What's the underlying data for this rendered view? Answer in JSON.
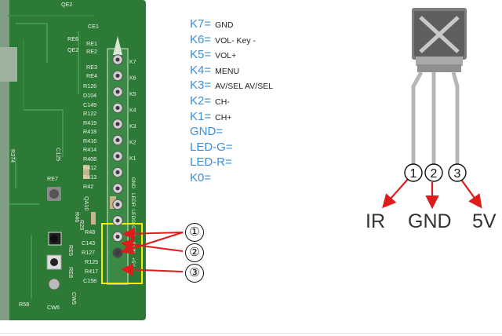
{
  "board": {
    "silk": [
      "QE2",
      "CE1",
      "RE6",
      "RE1",
      "RE2",
      "QE2",
      "RE3",
      "RE4",
      "R126",
      "D104",
      "C149",
      "R122",
      "R419",
      "R418",
      "R416",
      "R414",
      "R408",
      "R412",
      "R413",
      "R42",
      "C125",
      "RE7",
      "QA10",
      "R29",
      "R46",
      "R48",
      "C143",
      "R127",
      "R125",
      "R417",
      "C158",
      "RE5",
      "RE8",
      "CW5",
      "R58",
      "CW6",
      "R374"
    ],
    "pin_labels": [
      "K7",
      "K6",
      "K5",
      "K4",
      "K3",
      "K2",
      "K1",
      "GND",
      "LEDR",
      "LEDG",
      "GND",
      "IR-IN",
      "+5V"
    ]
  },
  "pinmap": [
    {
      "key": "K7=",
      "desc": "GND"
    },
    {
      "key": "K6=",
      "desc": "VOL- Key -"
    },
    {
      "key": "K5=",
      "desc": "VOL+"
    },
    {
      "key": "K4=",
      "desc": "MENU"
    },
    {
      "key": "K3=",
      "desc": "AV/SEL AV/SEL"
    },
    {
      "key": "K2=",
      "desc": "CH-"
    },
    {
      "key": "K1=",
      "desc": "CH+"
    },
    {
      "key": "GND=",
      "desc": ""
    },
    {
      "key": "LED-G=",
      "desc": ""
    },
    {
      "key": "LED-R=",
      "desc": ""
    },
    {
      "key": "K0=",
      "desc": ""
    }
  ],
  "callouts": [
    "①",
    "②",
    "③"
  ],
  "sensor": {
    "circles": [
      "1",
      "2",
      "3"
    ],
    "labels": [
      "IR",
      "GND",
      "5V"
    ]
  },
  "colors": {
    "pcb": "#2f7f3a",
    "arrow": "#e01b1b",
    "key": "#3b8fd9",
    "highlight": "#f4f000"
  }
}
